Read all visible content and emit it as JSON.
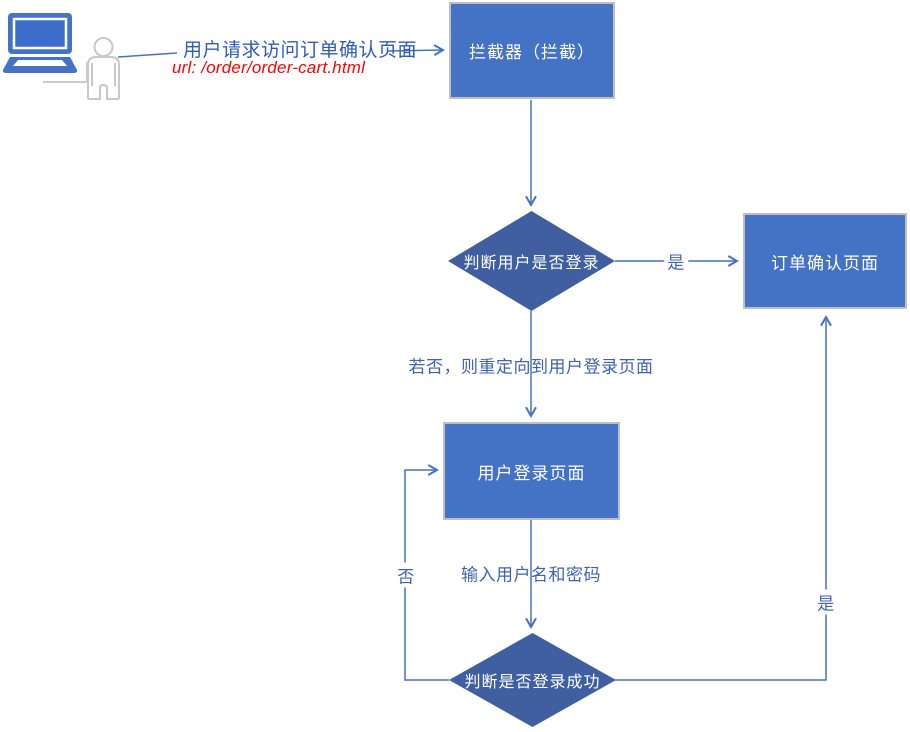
{
  "diagram": {
    "background": "#FFFFFF",
    "colors": {
      "process_fill": "#4472C4",
      "process_border": "#BFBFBF",
      "decision_fill": "#3F5FA1",
      "connector": "#4472C4",
      "edge_label_text": "#3E63B5",
      "annotation_text": "#2E5CB8",
      "url_text": "#FF0000",
      "node_text": "#FFFFFF",
      "figure_outline": "#C8C8C8"
    },
    "annotation": {
      "request_text": "用户请求访问订单确认页面",
      "url_text": "url: /order/order-cart.html"
    },
    "icons": {
      "laptop": "laptop-icon",
      "person": "person-icon"
    },
    "nodes": {
      "interceptor": {
        "type": "process",
        "label": "拦截器（拦截）"
      },
      "check_login": {
        "type": "decision",
        "label": "判断用户是否登录"
      },
      "order_page": {
        "type": "process",
        "label": "订单确认页面"
      },
      "login_page": {
        "type": "process",
        "label": "用户登录页面"
      },
      "check_success": {
        "type": "decision",
        "label": "判断是否登录成功"
      }
    },
    "edge_labels": {
      "login_yes": "是",
      "login_no_redirect": "若否，则重定向到用户登录页面",
      "input_credentials": "输入用户名和密码",
      "success_no": "否",
      "success_yes": "是"
    }
  }
}
